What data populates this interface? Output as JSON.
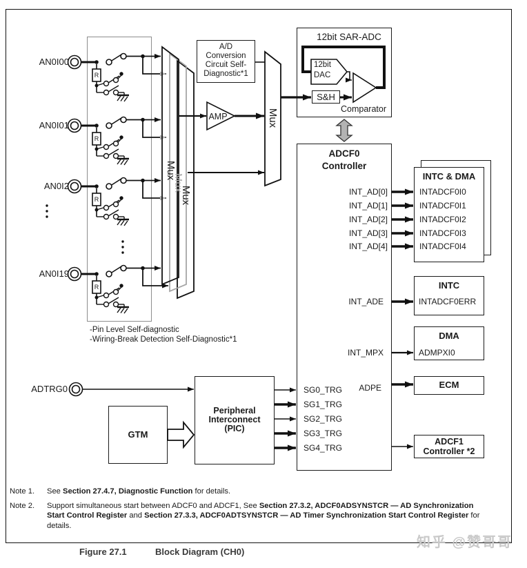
{
  "diagram": {
    "pins": {
      "items": [
        "AN0I00",
        "AN0I01",
        "AN0I2",
        "AN0I19"
      ],
      "resistor_label": "R",
      "trigger_label": "ADTRG0"
    },
    "mux_front": "Mux",
    "mux_middle": "Mux",
    "mux_back": "Mux",
    "mux_stage2": "Mux",
    "amp_label": "AMP",
    "ad_self_diag_lines": [
      "A/D",
      "Conversion",
      "Circuit Self-",
      "Diagnostic*1"
    ],
    "sar_adc": {
      "title": "12bit SAR-ADC",
      "dac_lines": [
        "12bit",
        "DAC"
      ],
      "sample_hold": "S&H",
      "comparator": "Comparator"
    },
    "adcf0": {
      "title_lines": [
        "ADCF0",
        "Controller"
      ],
      "int_ad_signals": [
        "INT_AD[0]",
        "INT_AD[1]",
        "INT_AD[2]",
        "INT_AD[3]",
        "INT_AD[4]"
      ],
      "int_ade": "INT_ADE",
      "int_mpx": "INT_MPX",
      "adpe": "ADPE",
      "sg_triggers": [
        "SG0_TRG",
        "SG1_TRG",
        "SG2_TRG",
        "SG3_TRG",
        "SG4_TRG"
      ]
    },
    "intc_dma": {
      "title": "INTC & DMA",
      "interrupts": [
        "INTADCF0I0",
        "INTADCF0I1",
        "INTADCF0I2",
        "INTADCF0I3",
        "INTADCF0I4"
      ]
    },
    "intc": {
      "title": "INTC",
      "interrupt": "INTADCF0ERR"
    },
    "dma": {
      "title": "DMA",
      "interrupt": "ADMPXI0"
    },
    "ecm": {
      "title": "ECM"
    },
    "adcf1": {
      "title_lines": [
        "ADCF1",
        "Controller *2"
      ]
    },
    "pic": {
      "title_lines": [
        "Peripheral",
        "Interconnect",
        "(PIC)"
      ]
    },
    "gtm": {
      "title": "GTM"
    },
    "self_diag_notes": [
      "-Pin Level Self-diagnostic",
      "-Wiring-Break Detection Self-Diagnostic*1"
    ]
  },
  "notes": {
    "note1": {
      "label": "Note 1.",
      "parts": [
        {
          "text": "See "
        },
        {
          "text": "Section 27.4.7, Diagnostic Function",
          "bold": true
        },
        {
          "text": " for details."
        }
      ]
    },
    "note2": {
      "label": "Note 2.",
      "parts": [
        {
          "text": "Support simultaneous start between ADCF0 and ADCF1, See "
        },
        {
          "text": "Section 27.3.2, ADCF0ADSYNSTCR — AD Synchronization Start Control Register",
          "bold": true
        },
        {
          "text": " and "
        },
        {
          "text": "Section 27.3.3, ADCF0ADTSYNSTCR — AD Timer Synchronization Start Control Register",
          "bold": true
        },
        {
          "text": " for details."
        }
      ]
    }
  },
  "caption": {
    "figure": "Figure 27.1",
    "title": "Block Diagram (CH0)"
  },
  "watermark": "知乎 @赞哥哥",
  "colors": {
    "line": "#1a1a1a",
    "gray_line": "#a6a6a6",
    "gray_arrow_fill": "#b3b3b3",
    "watermark": "#c9c9c9",
    "diag_box_border": "#8c8c8c"
  }
}
